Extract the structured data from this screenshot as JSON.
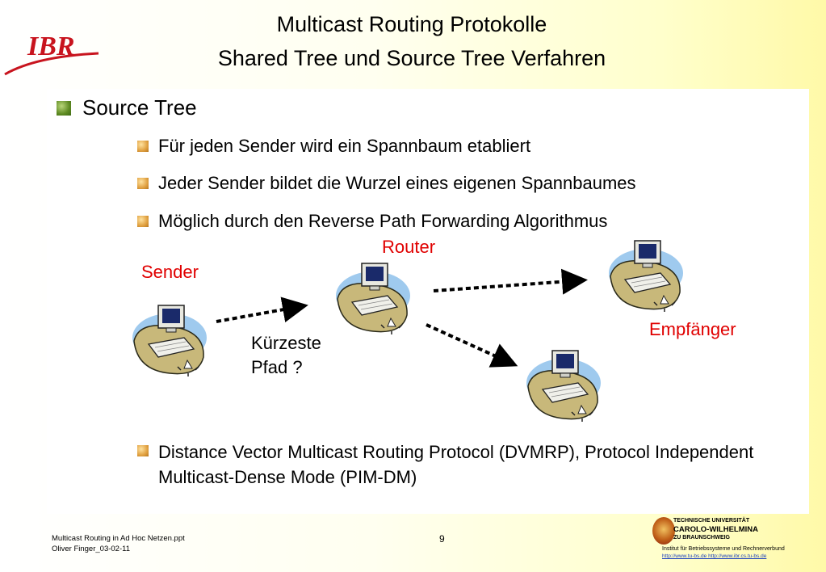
{
  "header": {
    "title_line1": "Multicast Routing Protokolle",
    "title_line2": "Shared Tree und Source Tree Verfahren",
    "logo_text": "IBR"
  },
  "content": {
    "main_bullet": "Source Tree",
    "sub_bullets": [
      "Für jeden Sender wird ein Spannbaum etabliert",
      "Jeder Sender bildet die Wurzel eines eigenen Spannbaumes",
      "Möglich durch den Reverse Path Forwarding Algorithmus"
    ],
    "final_bullet": "Distance Vector Multicast Routing Protocol (DVMRP), Protocol Independent Multicast-Dense Mode (PIM-DM)"
  },
  "diagram": {
    "router_label": "Router",
    "sender_label": "Sender",
    "receiver_label": "Empfänger",
    "path_label_line1": "Kürzeste",
    "path_label_line2": "Pfad ?"
  },
  "footer": {
    "file_name": "Multicast Routing in Ad Hoc Netzen.ppt",
    "author_date": "Oliver Finger_03-02-11",
    "page_number": "9",
    "university_line1": "TECHNISCHE UNIVERSITÄT",
    "university_line2": "CAROLO-WILHELMINA",
    "university_line3": "ZU BRAUNSCHWEIG",
    "institute": "Institut für Betriebssysteme und Rechnerverbund",
    "links": "http://www.tu-bs.de   http://www.ibr.cs.tu-bs.de"
  },
  "colors": {
    "accent_red": "#e00000",
    "link_blue": "#1a3fbf",
    "logo_red": "#c8141e"
  }
}
